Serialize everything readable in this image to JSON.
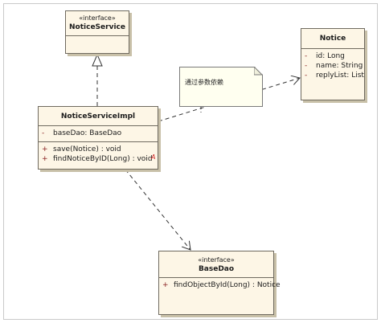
{
  "notice_service": {
    "stereotype": "«interface»",
    "name": "NoticeService"
  },
  "notice": {
    "name": "Notice",
    "attributes": [
      {
        "vis": "-",
        "text": "id:  Long"
      },
      {
        "vis": "-",
        "text": "name:  String"
      },
      {
        "vis": "-",
        "text": "replyList:  List"
      }
    ]
  },
  "note": {
    "text": "通过参数依赖"
  },
  "impl": {
    "name": "NoticeServiceImpl",
    "attributes": [
      {
        "vis": "-",
        "text": "baseDao:  BaseDao"
      }
    ],
    "methods": [
      {
        "vis": "+",
        "text": "save(Notice) : void"
      },
      {
        "vis": "+",
        "text": "findNoticeByID(Long) : void"
      }
    ],
    "abstract_marker": "A"
  },
  "base_dao": {
    "stereotype": "«interface»",
    "name": "BaseDao",
    "methods": [
      {
        "vis": "+",
        "text": "findObjectById(Long) : Notice"
      }
    ]
  },
  "colors": {
    "class_fill": "#fdf6e6",
    "note_fill": "#fffff0",
    "border": "#6f6a5f",
    "visibility_red": "#8a2222"
  }
}
